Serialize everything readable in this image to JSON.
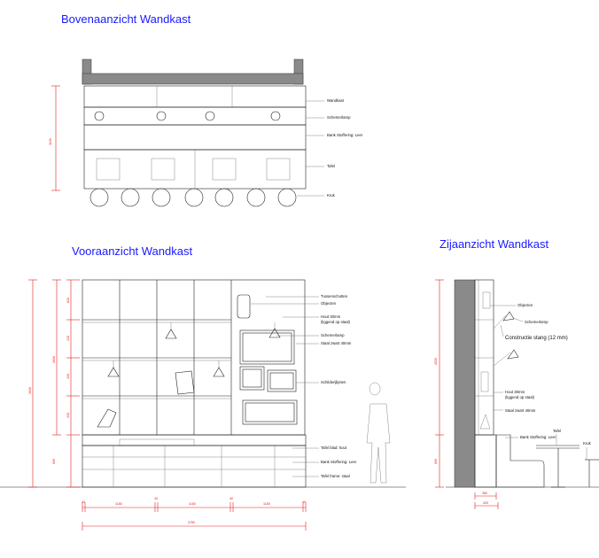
{
  "titles": {
    "top": "Bovenaanzicht Wandkast",
    "front": "Vooraanzicht Wandkast",
    "side": "Zijaanzicht Wandkast"
  },
  "top_view": {
    "labels": [
      "Wandkast",
      "Schemerlamp",
      "Bank Stoffering: Leer",
      "Tafel",
      "Kruk"
    ],
    "dim_vertical": "1100"
  },
  "front_view": {
    "labels": [
      "Tussenschotten",
      "Objecten",
      "Hout 30mm",
      "(liggend op staal)",
      "Schemerlamp",
      "Staal zwart 40mm",
      "Schilderijlijsten",
      "Tafel blad: hout",
      "Bank Stoffering: Leer",
      "Tafel frame: staal"
    ],
    "dims_vertical_total": "3030",
    "dims_vertical_cabinet": "2030",
    "dims_vertical_segments": [
      "610",
      "410",
      "410",
      "440"
    ],
    "dims_vertical_base": "600",
    "dims_horizontal_segments": [
      "40",
      "1180",
      "40",
      "1180",
      "40",
      "1180",
      "40"
    ],
    "dims_horizontal_total": "3780"
  },
  "side_view": {
    "labels": [
      "Objecten",
      "Schemerlamp",
      "Constructie stang (12 mm)",
      "Hout 30mm",
      "(liggend op staal)",
      "Staal zwart 40mm",
      "Tafel",
      "Kruk",
      "Bank Stoffering: Leer"
    ],
    "dims_vertical": "2030",
    "dims_vertical_base": "600",
    "dims_horizontal": [
      "380",
      "400"
    ]
  }
}
